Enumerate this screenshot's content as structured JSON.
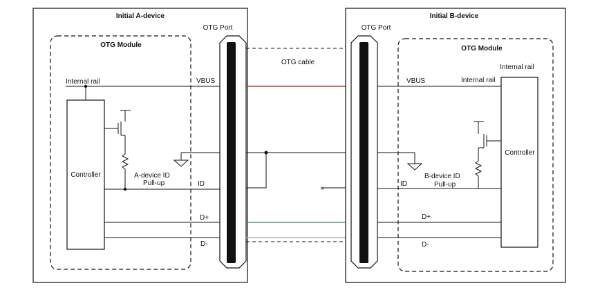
{
  "a_device": {
    "title": "Initial A-device",
    "port_label": "OTG Port",
    "module_label": "OTG Module",
    "internal_rail": "Internal rail",
    "controller": "Controller",
    "vbus": "VBUS",
    "pullup_line1": "A-device  ID",
    "pullup_line2": "Pull-up",
    "id": "ID",
    "d_plus": "D+",
    "d_minus": "D-"
  },
  "b_device": {
    "title": "Initial B-device",
    "port_label": "OTG Port",
    "module_label": "OTG Module",
    "internal_rail_top": "Internal rail",
    "internal_rail_vbus": "Internal rail",
    "controller": "Controller",
    "vbus": "VBUS",
    "pullup_line1": "B-device  ID",
    "pullup_line2": "Pull-up",
    "id": "ID",
    "d_plus": "D+",
    "d_minus": "D-"
  },
  "cable": {
    "label": "OTG cable"
  },
  "colors": {
    "vbus_wire": "#c0392b",
    "dplus_wire": "#2e8b73",
    "dminus_wire": "#aaaaaa"
  }
}
